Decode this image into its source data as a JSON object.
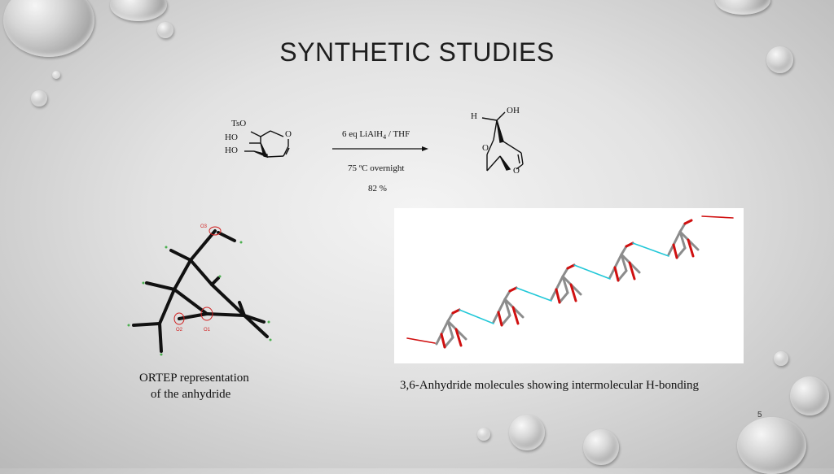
{
  "slide": {
    "title": "SYNTHETIC STUDIES",
    "page_number": "5"
  },
  "reaction": {
    "reagent_line": "6 eq LiAlH",
    "reagent_sub": "4",
    "reagent_tail": " / THF",
    "condition": "75 ºC overnight",
    "yield": "82 %",
    "start_labels": {
      "tso": "TsO",
      "ho1": "HO",
      "ho2": "HO",
      "o": "O"
    },
    "product_labels": {
      "h": "H",
      "oh": "OH",
      "o_bridge": "O",
      "o_ring": "O"
    }
  },
  "ortep": {
    "atom_labels": {
      "o3": "O3",
      "o2": "O2",
      "o1": "O1"
    },
    "caption_line1": "ORTEP representation",
    "caption_line2": "of the anhydride"
  },
  "crystal": {
    "caption": "3,6-Anhydride molecules showing intermolecular H-bonding",
    "bond_color": "#8c8c8c",
    "oxygen_color": "#d01010",
    "hbond_color": "#22c8d8"
  }
}
